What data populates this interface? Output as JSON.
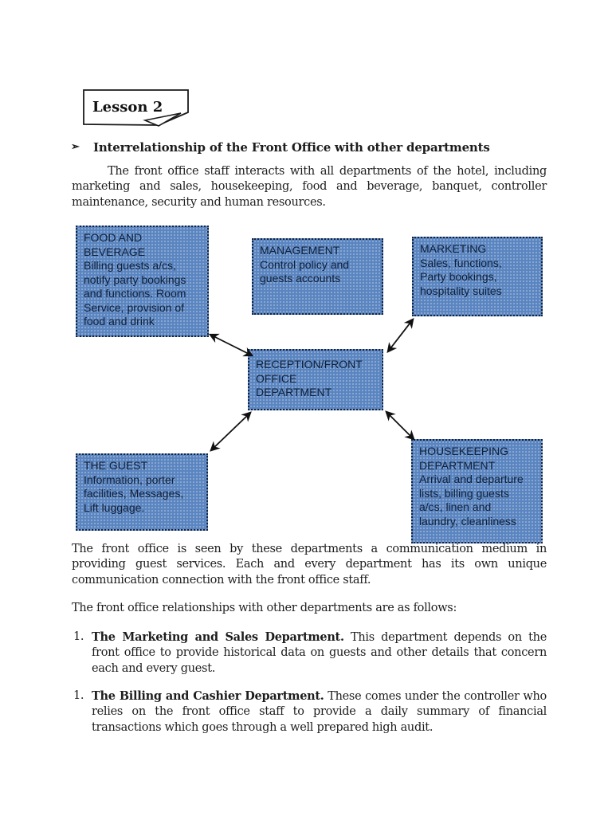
{
  "theme": {
    "box_fill": "#5a85c0",
    "box_border": "#17223b",
    "box_text": "#101f38",
    "arrow_color": "#111111",
    "text_color": "#1d1d1d"
  },
  "page": {
    "lesson_label": "Lesson 2",
    "heading_bullet": "➢",
    "heading": "Interrelationship of the Front Office with other departments",
    "intro": "The front office staff interacts with all departments of the hotel, including marketing and sales, housekeeping, food and beverage, banquet, controller maintenance, security and human resources.",
    "after_diagram": "The front office is seen by these departments a communication medium in providing guest services. Each and every department has its own unique communication connection with the front office staff.",
    "follows_line": "The front office relationships with other departments are as follows:",
    "list": [
      {
        "number": "1.",
        "lead": "The Marketing and Sales Department.",
        "text": " This department depends on the front office to provide historical data on guests and other details that concern each and every guest."
      },
      {
        "number": "1.",
        "lead": "The Billing and Cashier Department.",
        "text": " These comes under the controller who relies on the front office staff to provide a daily summary of financial transactions which goes through a well prepared high audit."
      }
    ]
  },
  "diagram": {
    "boxes": {
      "food_beverage": {
        "title": "FOOD AND\nBEVERAGE",
        "body": "Billing guests a/cs,\nnotify party bookings\nand functions. Room\nService, provision of\nfood and drink"
      },
      "management": {
        "title": "MANAGEMENT",
        "body": "Control policy and\nguests accounts"
      },
      "marketing": {
        "title": "MARKETING",
        "body": "Sales, functions,\nParty bookings,\nhospitality suites"
      },
      "reception": {
        "title": "RECEPTION/FRONT\nOFFICE\nDEPARTMENT",
        "body": ""
      },
      "guest": {
        "title": "THE GUEST",
        "body": "Information, porter\nfacilities, Messages,\nLift luggage."
      },
      "housekeeping": {
        "title": "HOUSEKEEPING\nDEPARTMENT",
        "body": "Arrival and departure\nlists, billing guests\na/cs, linen and\nlaundry, cleanliness"
      }
    }
  }
}
